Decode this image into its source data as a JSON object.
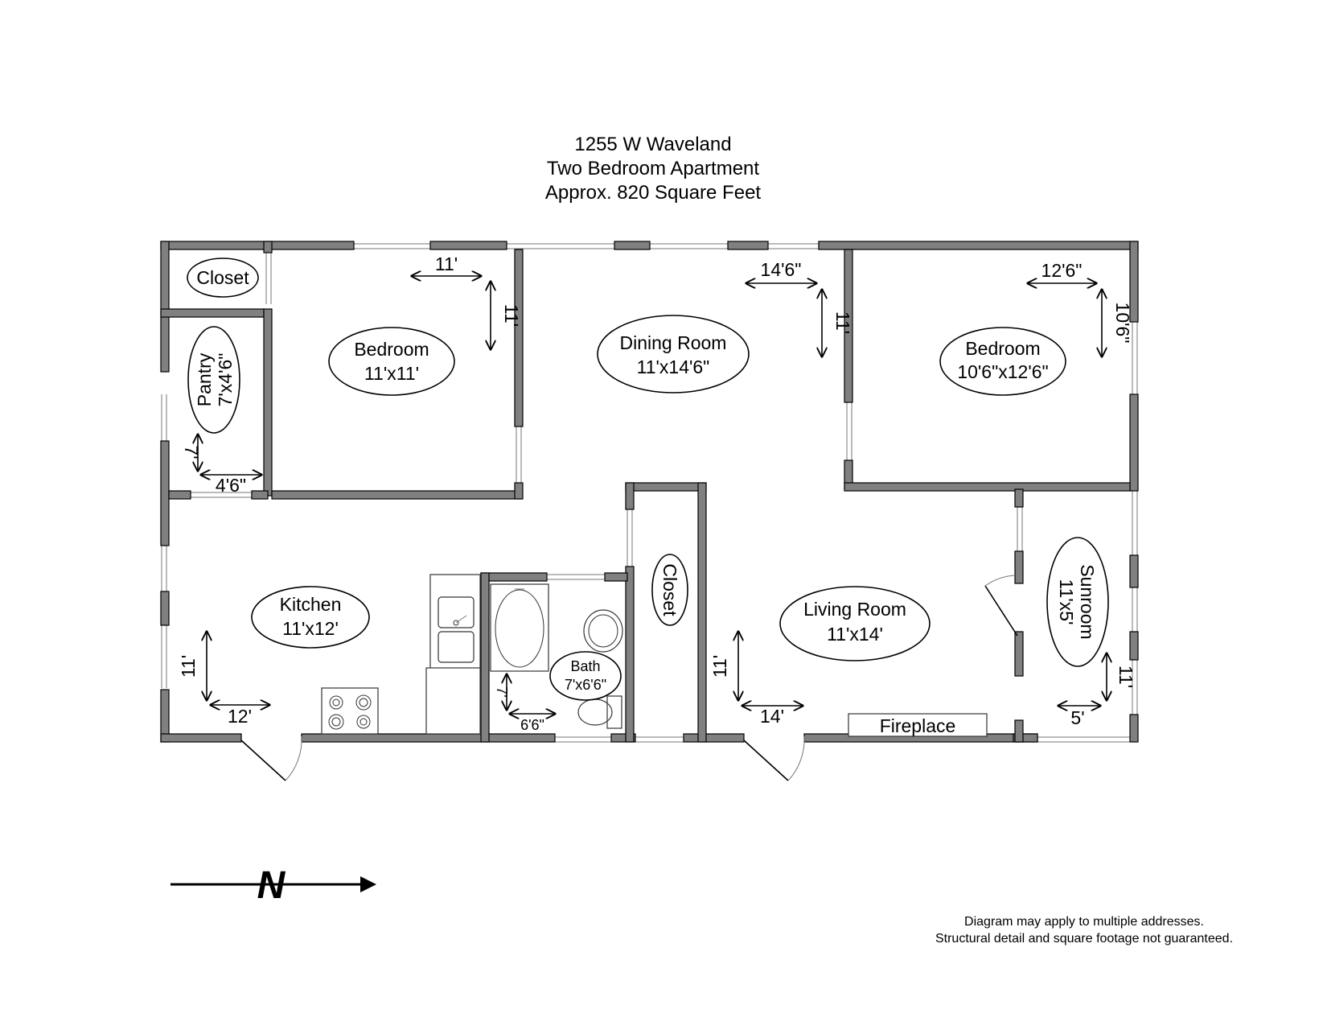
{
  "header": {
    "line1": "1255 W Waveland",
    "line2": "Two Bedroom Apartment",
    "line3": "Approx. 820 Square Feet"
  },
  "rooms": {
    "closet_nw": "Closet",
    "pantry_name": "Pantry",
    "pantry_size": "7'x4'6\"",
    "bedroom1_name": "Bedroom",
    "bedroom1_size": "11'x11'",
    "dining_name": "Dining Room",
    "dining_size": "11'x14'6\"",
    "bedroom2_name": "Bedroom",
    "bedroom2_size": "10'6\"x12'6\"",
    "kitchen_name": "Kitchen",
    "kitchen_size": "11'x12'",
    "bath_name": "Bath",
    "bath_size": "7'x6'6\"",
    "closet_center": "Closet",
    "living_name": "Living Room",
    "living_size": "11'x14'",
    "sunroom_name": "Sunroom",
    "sunroom_size": "11'x5'",
    "fireplace": "Fireplace"
  },
  "dims": {
    "bedroom1_w": "11'",
    "bedroom1_h": "11'",
    "dining_w": "14'6\"",
    "dining_h": "11'",
    "bedroom2_w": "12'6\"",
    "bedroom2_h": "10'6\"",
    "pantry_h": "7'",
    "pantry_w": "4'6\"",
    "kitchen_h": "11'",
    "kitchen_w": "12'",
    "bath_h": "7'",
    "bath_w": "6'6\"",
    "living_h": "11'",
    "living_w": "14'",
    "sunroom_h": "11'",
    "sunroom_w": "5'"
  },
  "compass": {
    "label": "N"
  },
  "footer": {
    "line1": "Diagram may apply to multiple addresses.",
    "line2": "Structural detail and square footage not guaranteed."
  }
}
